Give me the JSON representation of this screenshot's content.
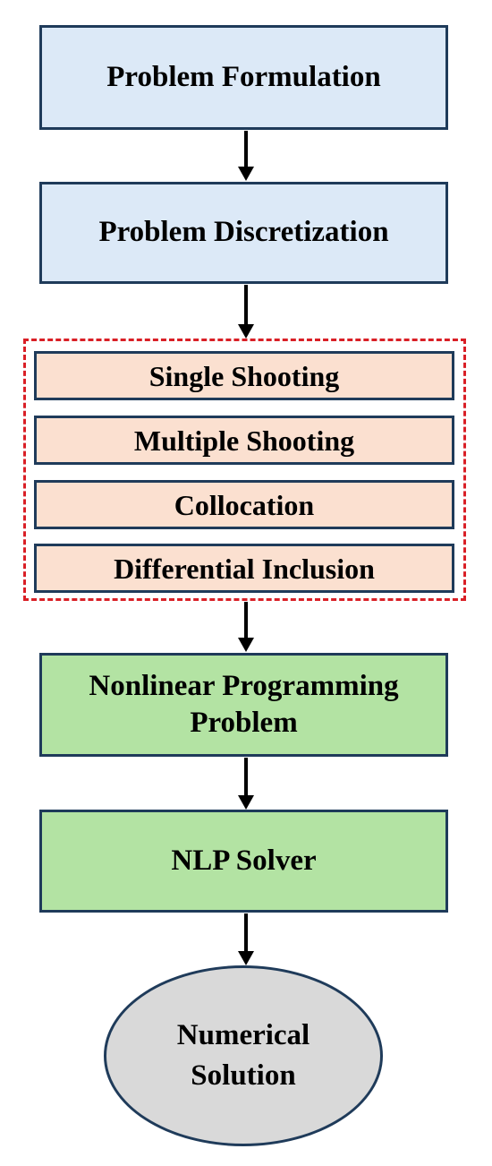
{
  "flowchart": {
    "steps": {
      "problem_formulation": "Problem Formulation",
      "problem_discretization": "Problem Discretization",
      "nonlinear_programming": [
        "Nonlinear Programming",
        "Problem"
      ],
      "nlp_solver": "NLP Solver",
      "numerical_solution": [
        "Numerical",
        "Solution"
      ]
    },
    "methods": [
      "Single Shooting",
      "Multiple Shooting",
      "Collocation",
      "Differential Inclusion"
    ]
  },
  "colors": {
    "formulation_fill": "#dce9f7",
    "method_fill": "#fbe0d0",
    "nlp_fill": "#b3e3a3",
    "solution_fill": "#d9d9d9",
    "group_border": "#d91f26",
    "box_border": "#1f3b5a"
  }
}
